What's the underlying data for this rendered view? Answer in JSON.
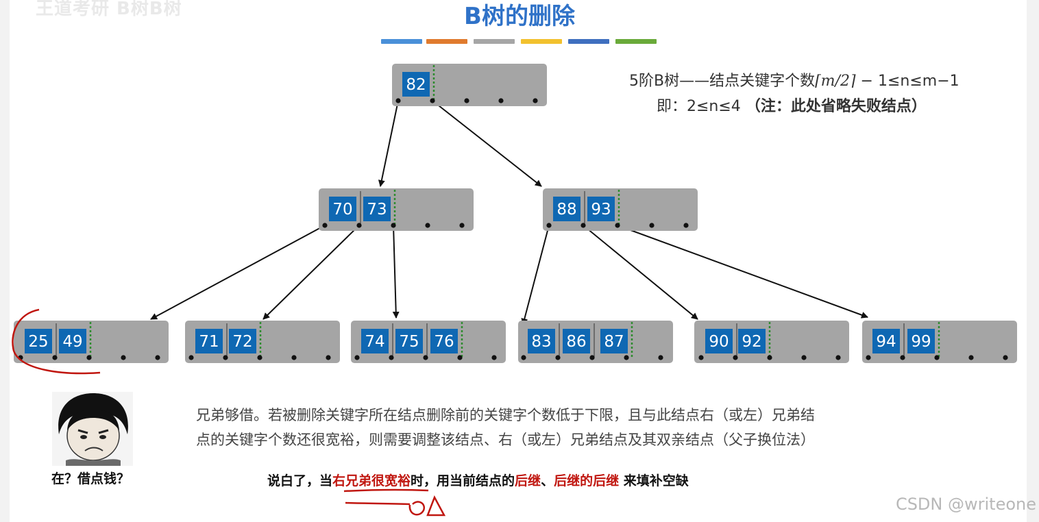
{
  "header_watermark": "王道考研 B树B树",
  "title": "B树的删除",
  "title_bar_colors": [
    "#4a90d9",
    "#e07b2e",
    "#a6a6a6",
    "#f2c12e",
    "#3f6fbf",
    "#6aaa3a"
  ],
  "info": {
    "line1_prefix": "5阶B树——结点关键字个数",
    "line1_formula": "⌈m/2⌉",
    "line1_suffix": " − 1≤n≤m−1",
    "line2_prefix": "即：2≤n≤4 ",
    "line2_note": "（注：此处省略失败结点）"
  },
  "tree": {
    "root": [
      "82"
    ],
    "level2": [
      {
        "keys": [
          "70",
          "73"
        ]
      },
      {
        "keys": [
          "88",
          "93"
        ]
      }
    ],
    "leaves": [
      {
        "keys": [
          "25",
          "49"
        ]
      },
      {
        "keys": [
          "71",
          "72"
        ]
      },
      {
        "keys": [
          "74",
          "75",
          "76"
        ]
      },
      {
        "keys": [
          "83",
          "86",
          "87"
        ]
      },
      {
        "keys": [
          "90",
          "92"
        ]
      },
      {
        "keys": [
          "94",
          "99"
        ]
      }
    ]
  },
  "colors": {
    "node_bg": "#a5a5a5",
    "key_bg": "#0f68b3",
    "key_text": "#ffffff",
    "divider": "#2e8b2e",
    "annotation": "#c0160f"
  },
  "meme_caption": "在？借点钱？",
  "paragraph": {
    "line1": "兄弟够借。若被删除关键字所在结点删除前的关键字个数低于下限，且与此结点右（或左）兄弟结",
    "line2": "点的关键字个数还很宽裕，则需要调整该结点、右（或左）兄弟结点及其双亲结点（父子换位法）"
  },
  "summary": {
    "part1": "说白了，当",
    "red1": "右兄弟很宽裕",
    "part2": "时，用当前结点的",
    "red2": "后继",
    "part3": "、",
    "red3": "后继的后继",
    "part4": " 来填补空缺"
  },
  "watermark": "CSDN @writeone"
}
